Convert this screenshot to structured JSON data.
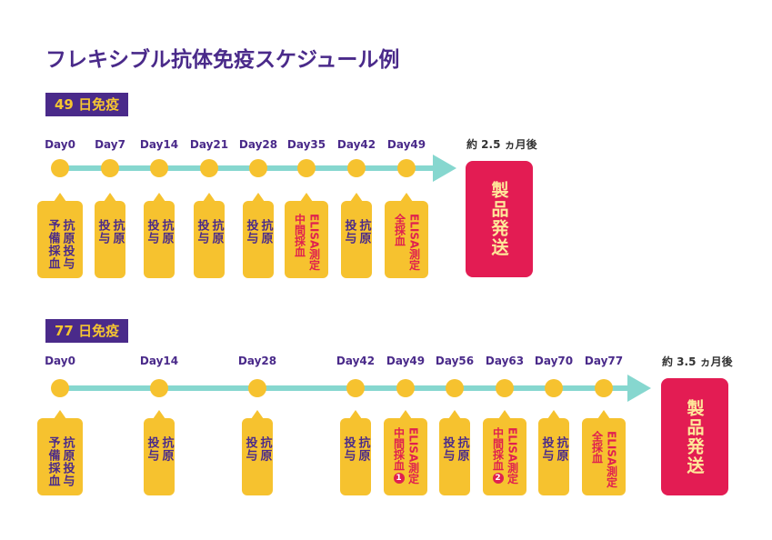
{
  "title": "フレキシブル抗体免疫スケジュール例",
  "sections": [
    {
      "badge": "49 日免疫",
      "ship_label": "約 2.5 ヵ月後",
      "ship_text": "製品発送",
      "days": [
        "Day0",
        "Day7",
        "Day14",
        "Day21",
        "Day28",
        "Day35",
        "Day42",
        "Day49"
      ],
      "cards": [
        {
          "lines": [
            "抗原投与",
            "予備採血"
          ]
        },
        {
          "lines": [
            "抗原",
            "投与"
          ]
        },
        {
          "lines": [
            "抗原",
            "投与"
          ]
        },
        {
          "lines": [
            "抗原",
            "投与"
          ]
        },
        {
          "lines": [
            "抗原",
            "投与"
          ]
        },
        {
          "lines": [
            "ELISA測定",
            "中間採血"
          ]
        },
        {
          "lines": [
            "抗原",
            "投与"
          ]
        },
        {
          "lines": [
            "ELISA測定",
            "全採血"
          ]
        }
      ]
    },
    {
      "badge": "77 日免疫",
      "ship_label": "約 3.5 ヵ月後",
      "ship_text": "製品発送",
      "days": [
        "Day0",
        "Day14",
        "Day28",
        "Day42",
        "Day49",
        "Day56",
        "Day63",
        "Day70",
        "Day77"
      ],
      "cards": [
        {
          "lines": [
            "抗原投与",
            "予備採血"
          ]
        },
        {
          "lines": [
            "抗原",
            "投与"
          ]
        },
        {
          "lines": [
            "抗原",
            "投与"
          ]
        },
        {
          "lines": [
            "抗原",
            "投与"
          ]
        },
        {
          "lines": [
            "ELISA測定",
            "中間採血"
          ],
          "num": "1"
        },
        {
          "lines": [
            "抗原",
            "投与"
          ]
        },
        {
          "lines": [
            "ELISA測定",
            "中間採血"
          ],
          "num": "2"
        },
        {
          "lines": [
            "抗原",
            "投与"
          ]
        },
        {
          "lines": [
            "ELISA測定",
            "全採血"
          ]
        }
      ]
    }
  ]
}
